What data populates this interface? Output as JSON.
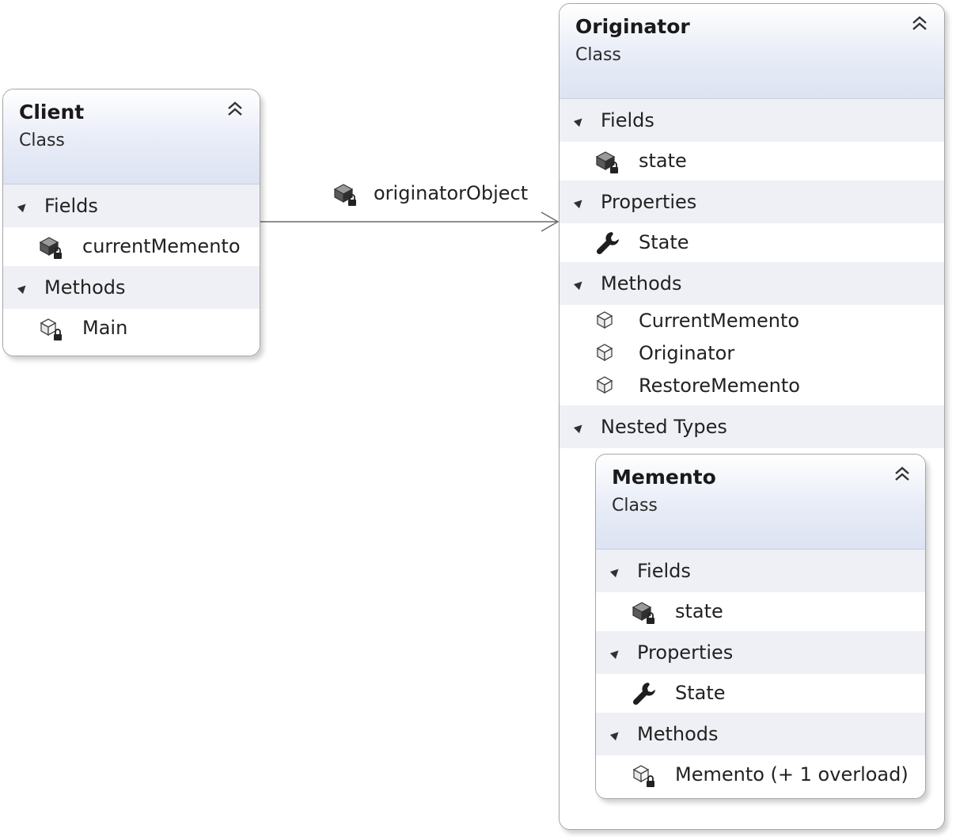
{
  "classes": {
    "client": {
      "name": "Client",
      "stereotype": "Class",
      "sections": {
        "fields": "Fields",
        "methods": "Methods"
      },
      "fields": [
        "currentMemento"
      ],
      "methods": [
        "Main"
      ]
    },
    "originator": {
      "name": "Originator",
      "stereotype": "Class",
      "sections": {
        "fields": "Fields",
        "properties": "Properties",
        "methods": "Methods",
        "nested": "Nested Types"
      },
      "fields": [
        "state"
      ],
      "properties": [
        "State"
      ],
      "methods": [
        "CurrentMemento",
        "Originator",
        "RestoreMemento"
      ]
    },
    "memento": {
      "name": "Memento",
      "stereotype": "Class",
      "sections": {
        "fields": "Fields",
        "properties": "Properties",
        "methods": "Methods"
      },
      "fields": [
        "state"
      ],
      "properties": [
        "State"
      ],
      "methods": [
        "Memento (+ 1 overload)"
      ]
    }
  },
  "association": {
    "label": "originatorObject",
    "from": "Client",
    "to": "Originator"
  },
  "colors": {
    "header_gradient_end": "#dde3f3",
    "section_bg": "#eef0f5",
    "border": "#a6a6a6",
    "icon": "#444444"
  }
}
